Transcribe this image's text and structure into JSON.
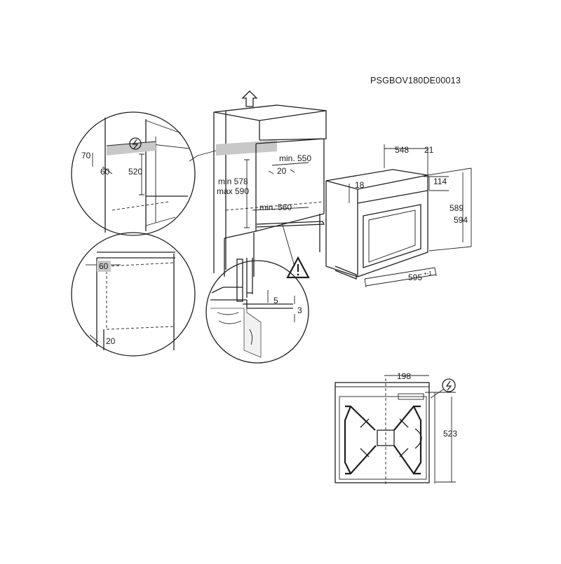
{
  "doc_code": "PSGBOV180DE00013",
  "dims": {
    "oven_depth": "548",
    "front_depth": "21",
    "front_height": "114",
    "top_offset": "18",
    "body_height": "589",
    "total_height": "594",
    "width": "595",
    "width_tol": "+-1",
    "niche_depth": "min. 550",
    "vent_gap": "20",
    "niche_height": "min 578\nmax 590",
    "niche_height_min": "min 578",
    "niche_height_max": "max 590",
    "niche_width": "min. 560",
    "detail_70": "70",
    "detail_60_top": "60",
    "detail_520": "520",
    "detail_60_left": "60",
    "detail_20": "20",
    "detail_5": "5",
    "detail_3": "3",
    "cable_198": "198",
    "cable_523": "523"
  },
  "icons": [
    "electric-connection-icon",
    "warning-icon",
    "arrow-up-icon"
  ]
}
